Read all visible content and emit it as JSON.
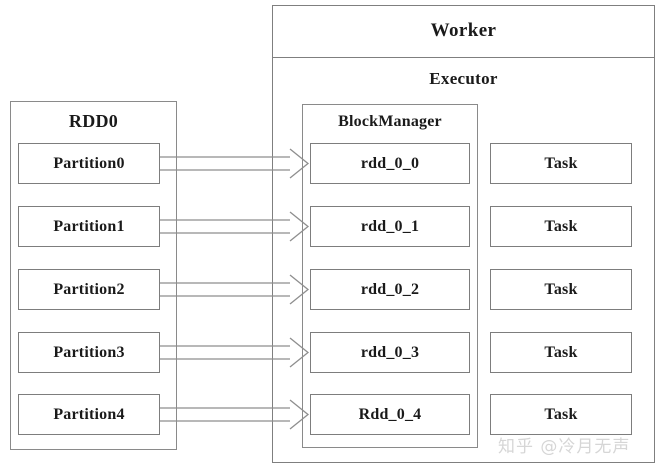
{
  "diagram": {
    "title": "Spark RDD partition to BlockManager block mapping",
    "colors": {
      "background": "#ffffff",
      "box_border": "#8a8a8a",
      "cell_border": "#7d7d7d",
      "connector": "#8e8e8e",
      "text": "#1a1a1a",
      "watermark": "#d6d6d6"
    }
  },
  "rdd": {
    "title": "RDD0",
    "partitions": [
      {
        "label": "Partition0"
      },
      {
        "label": "Partition1"
      },
      {
        "label": "Partition2"
      },
      {
        "label": "Partition3"
      },
      {
        "label": "Partition4"
      }
    ]
  },
  "worker": {
    "title": "Worker",
    "executor": {
      "title": "Executor",
      "block_manager": {
        "title": "BlockManager",
        "blocks": [
          {
            "label": "rdd_0_0"
          },
          {
            "label": "rdd_0_1"
          },
          {
            "label": "rdd_0_2"
          },
          {
            "label": "rdd_0_3"
          },
          {
            "label": "Rdd_0_4"
          }
        ]
      },
      "tasks": [
        {
          "label": "Task"
        },
        {
          "label": "Task"
        },
        {
          "label": "Task"
        },
        {
          "label": "Task"
        },
        {
          "label": "Task"
        }
      ]
    }
  },
  "connections": [
    {
      "from": "Partition0",
      "to": "rdd_0_0",
      "arrow": "open-triangle"
    },
    {
      "from": "Partition1",
      "to": "rdd_0_1",
      "arrow": "open-triangle"
    },
    {
      "from": "Partition2",
      "to": "rdd_0_2",
      "arrow": "open-triangle"
    },
    {
      "from": "Partition3",
      "to": "rdd_0_3",
      "arrow": "open-triangle"
    },
    {
      "from": "Partition4",
      "to": "Rdd_0_4",
      "arrow": "open-triangle"
    }
  ],
  "watermark": {
    "text": "知乎 @冷月无声"
  }
}
